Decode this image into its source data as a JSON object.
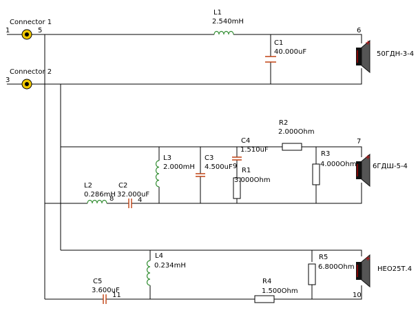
{
  "connectors": [
    {
      "label": "Connector 1",
      "pin": "1",
      "node": "5"
    },
    {
      "label": "Connector 2",
      "pin": "3",
      "node": ""
    }
  ],
  "components": {
    "L1": {
      "name": "L1",
      "value": "2.540mH"
    },
    "C1": {
      "name": "C1",
      "value": "40.000uF"
    },
    "L2": {
      "name": "L2",
      "value": "0.286mH"
    },
    "C2": {
      "name": "C2",
      "value": "32.000uF"
    },
    "L3": {
      "name": "L3",
      "value": "2.000mH"
    },
    "C3": {
      "name": "C3",
      "value": "4.500uF"
    },
    "C4": {
      "name": "C4",
      "value": "1.510uF"
    },
    "R1": {
      "name": "R1",
      "value": "3.000Ohm"
    },
    "R2": {
      "name": "R2",
      "value": "2.000Ohm"
    },
    "R3": {
      "name": "R3",
      "value": "4.000Ohm"
    },
    "L4": {
      "name": "L4",
      "value": "0.234mH"
    },
    "C5": {
      "name": "C5",
      "value": "3.600uF"
    },
    "R4": {
      "name": "R4",
      "value": "1.500Ohm"
    },
    "R5": {
      "name": "R5",
      "value": "6.800Ohm"
    }
  },
  "nodes": {
    "n6": "6",
    "n7": "7",
    "n8": "8",
    "n4": "4",
    "n9": "9",
    "n10": "10",
    "n11": "11"
  },
  "speakers": [
    {
      "model": "50ГДН-3-4",
      "polarity": "+"
    },
    {
      "model": "6ГДШ-5-4",
      "polarity": "+"
    },
    {
      "model": "НЕО25Т.4",
      "polarity": "+"
    }
  ],
  "colors": {
    "wire": "#000000",
    "inductor": "#2e8b2e",
    "capacitor": "#c04010",
    "connector": "#f0c800",
    "speaker": "#111111",
    "polarity": "#cc0000"
  }
}
